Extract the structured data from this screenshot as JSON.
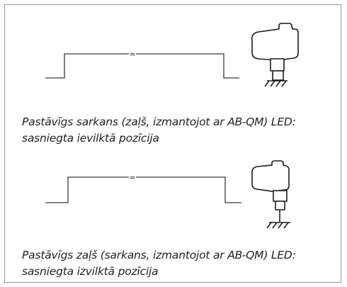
{
  "panels": [
    {
      "id": "retracted",
      "break_symbol": "≈",
      "caption_line1": "Pastāvīgs sarkans (zaļš, izmantojot ar AB-QM) LED:",
      "caption_line2": "sasniegta ievilktā pozīcija"
    },
    {
      "id": "extended",
      "break_symbol": "≈",
      "caption_line1": "Pastāvīgs zaļš (sarkans, izmantojot ar AB-QM) LED:",
      "caption_line2": "sasniegta izvilktā pozīcija"
    }
  ],
  "colors": {
    "line": "#3a3a3a",
    "actuator_outline": "#1a1a1a",
    "frame_border": "#9a9a9a",
    "text": "#222222"
  }
}
